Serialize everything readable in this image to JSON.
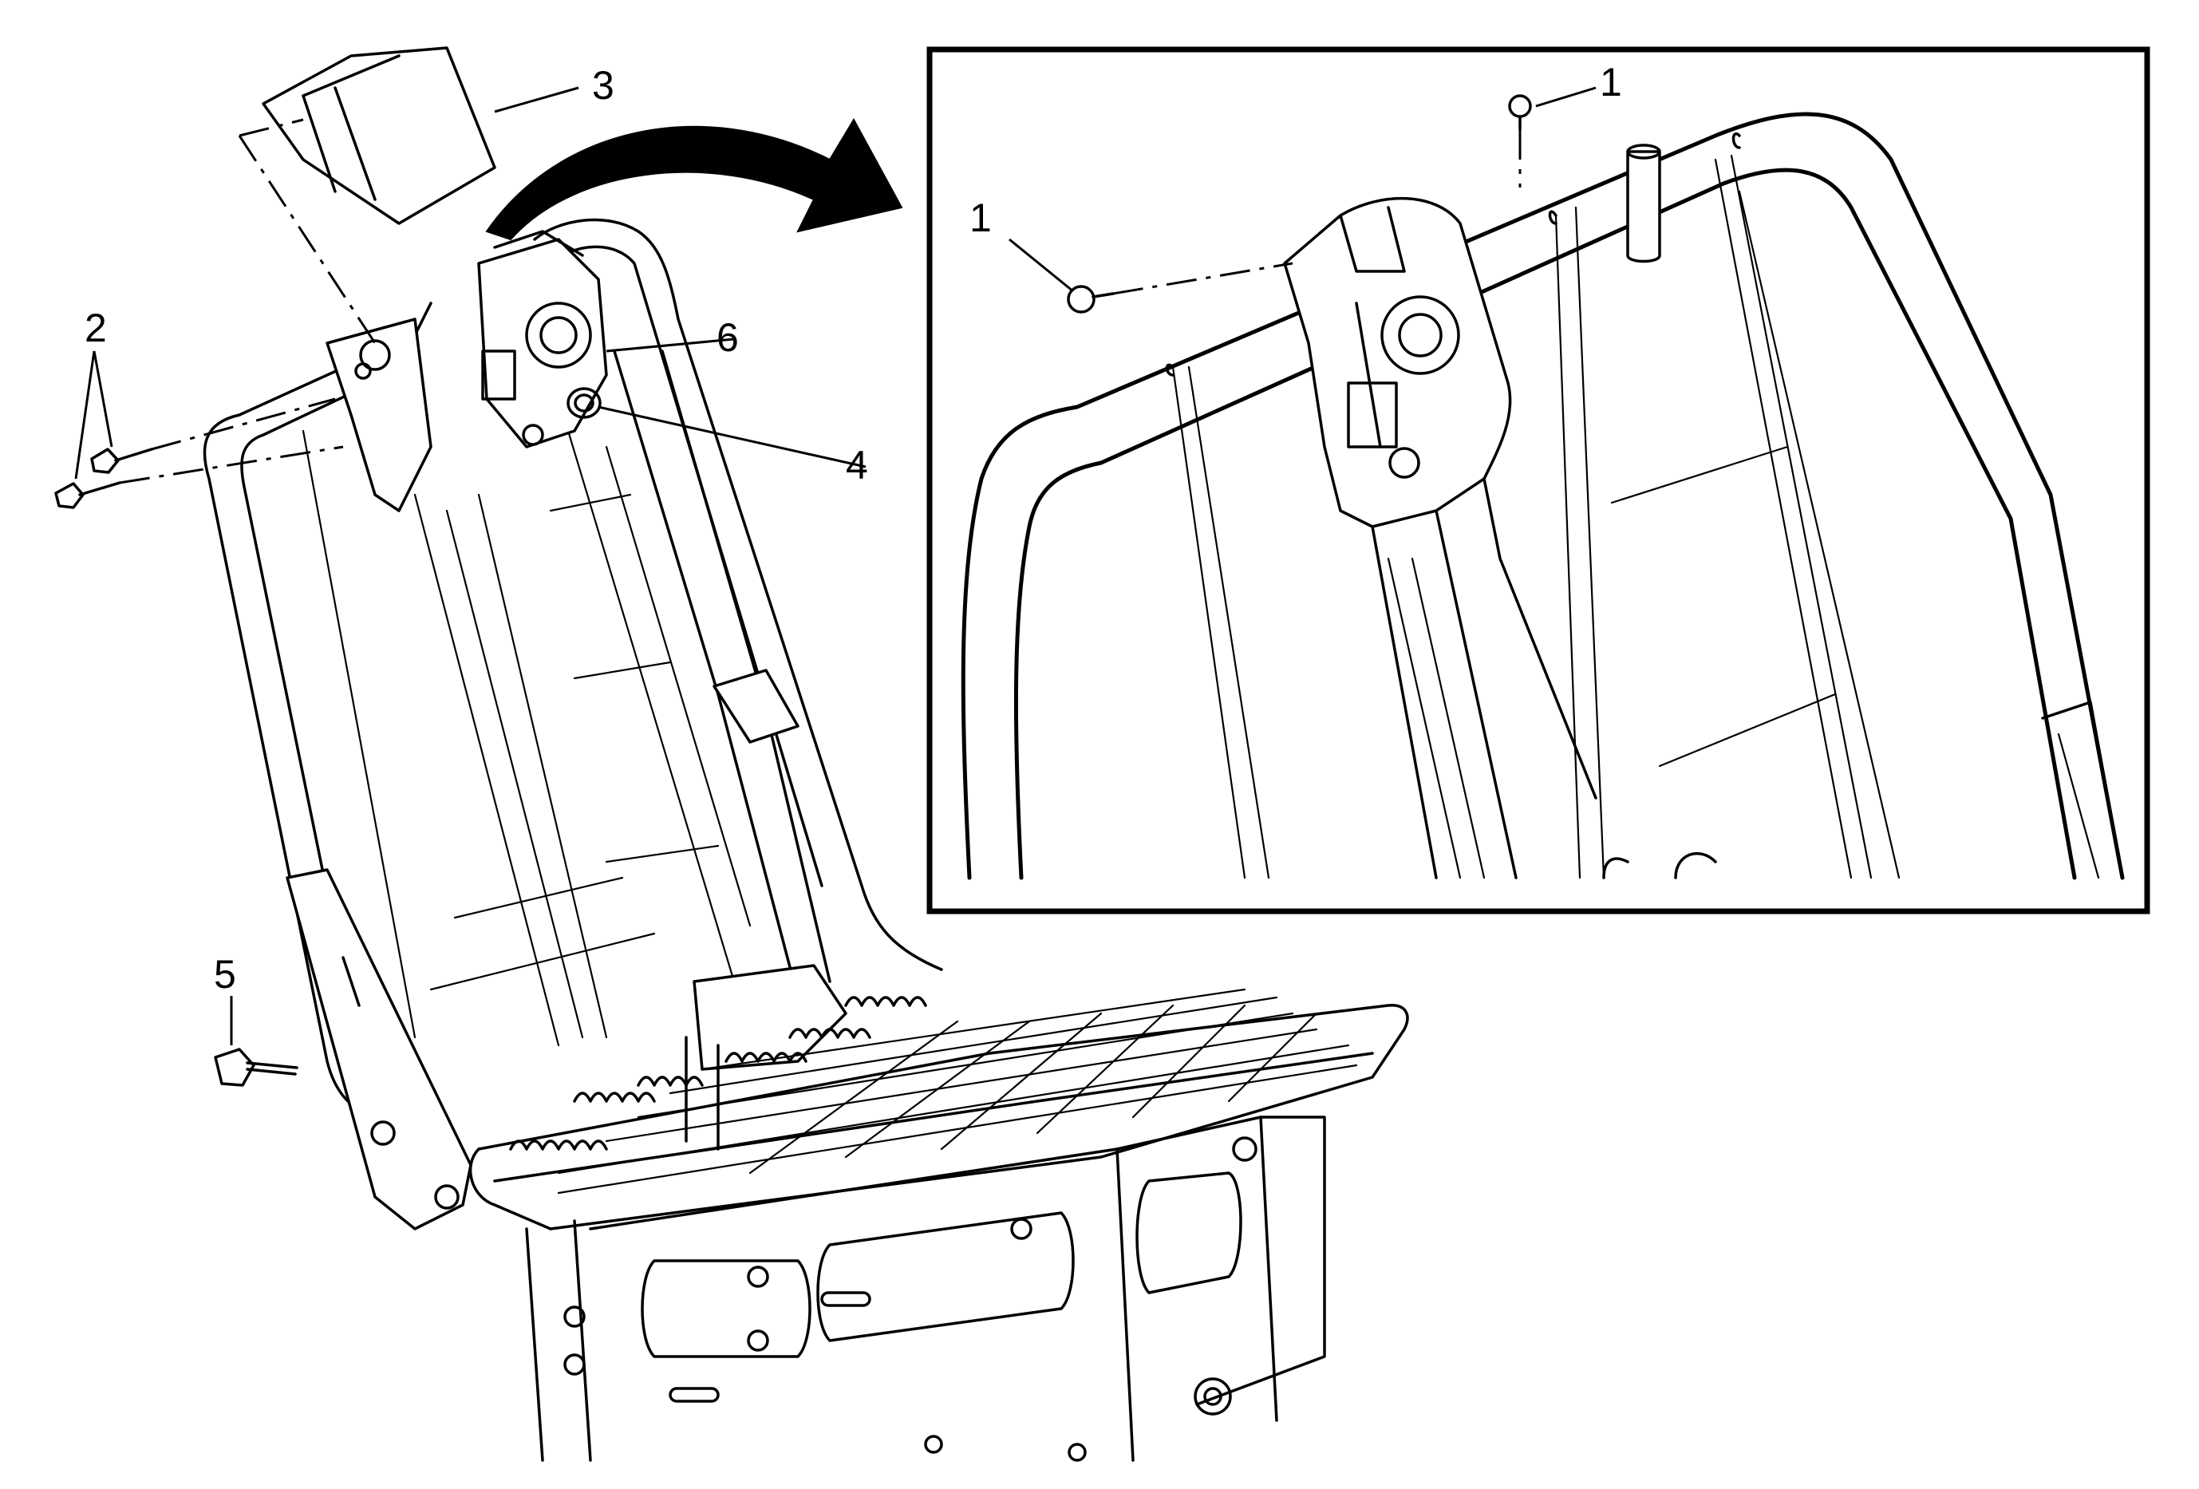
{
  "callouts": {
    "c1_top": "1",
    "c1_left": "1",
    "c2": "2",
    "c3": "3",
    "c4": "4",
    "c5": "5",
    "c6": "6"
  }
}
